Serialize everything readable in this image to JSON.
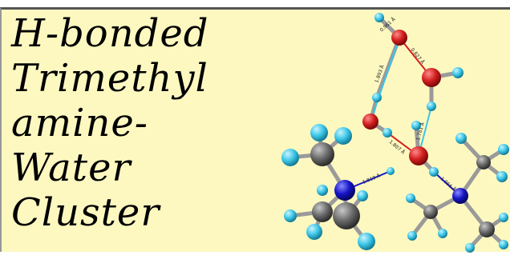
{
  "colors": {
    "background": "#fdf8c0",
    "oxygen": "#d21f1f",
    "nitrogen": "#1515c8",
    "carbon": "#6b6b6b",
    "hydrogen": "#3cc6e8",
    "bond": "#9a9a9a",
    "hbond_red": "#d42020",
    "hbond_cyan": "#3cc6e8",
    "hbond_blue": "#1515c8"
  },
  "title": {
    "lines": [
      "H-bonded",
      "Trimethyl",
      "amine-",
      "Water",
      "Cluster"
    ]
  },
  "molecule": {
    "distance_labels": [
      "0.961 Å",
      "1.803 Å",
      "0.827 Å",
      "1.781 Å",
      "1.807 Å",
      "1.810 Å",
      "1.956 Å"
    ]
  }
}
